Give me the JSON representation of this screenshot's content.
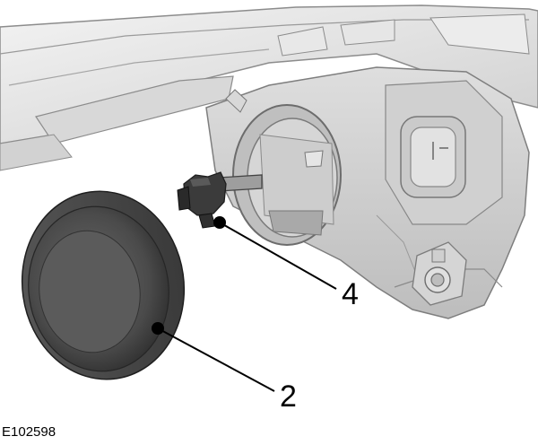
{
  "figure": {
    "code": "E102598",
    "callouts": [
      {
        "label": "4",
        "part": "bulb"
      },
      {
        "label": "2",
        "part": "cover"
      }
    ]
  }
}
